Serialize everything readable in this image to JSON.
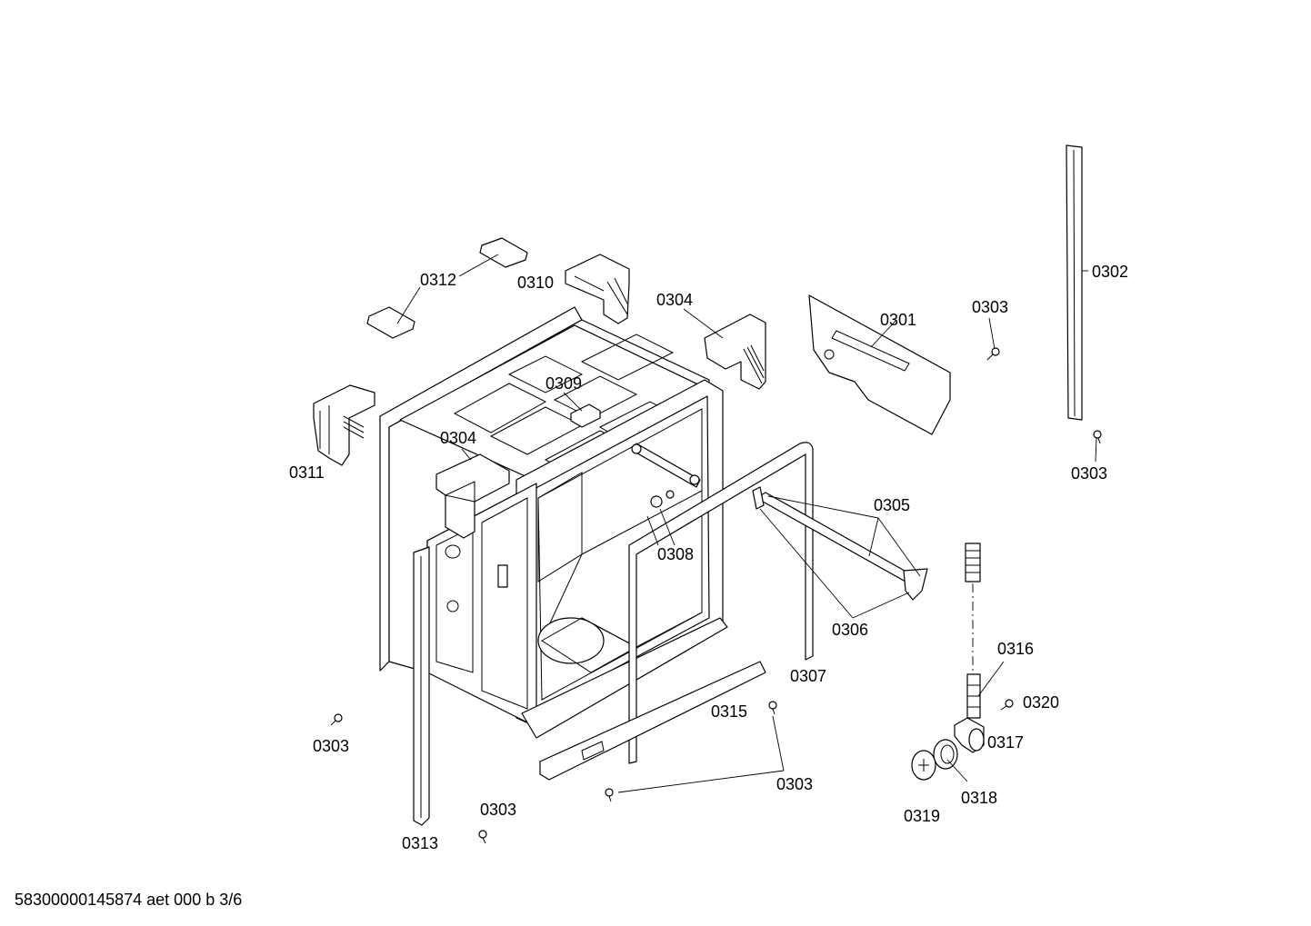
{
  "diagram": {
    "footer": "58300000145874 aet 000 b 3/6",
    "callouts": [
      {
        "id": "c0301",
        "text": "0301"
      },
      {
        "id": "c0302",
        "text": "0302"
      },
      {
        "id": "c0303a",
        "text": "0303"
      },
      {
        "id": "c0303b",
        "text": "0303"
      },
      {
        "id": "c0303c",
        "text": "0303"
      },
      {
        "id": "c0303d",
        "text": "0303"
      },
      {
        "id": "c0303e",
        "text": "0303"
      },
      {
        "id": "c0304a",
        "text": "0304"
      },
      {
        "id": "c0304b",
        "text": "0304"
      },
      {
        "id": "c0305",
        "text": "0305"
      },
      {
        "id": "c0306",
        "text": "0306"
      },
      {
        "id": "c0307",
        "text": "0307"
      },
      {
        "id": "c0308",
        "text": "0308"
      },
      {
        "id": "c0309",
        "text": "0309"
      },
      {
        "id": "c0310",
        "text": "0310"
      },
      {
        "id": "c0311",
        "text": "0311"
      },
      {
        "id": "c0312",
        "text": "0312"
      },
      {
        "id": "c0313",
        "text": "0313"
      },
      {
        "id": "c0315",
        "text": "0315"
      },
      {
        "id": "c0316",
        "text": "0316"
      },
      {
        "id": "c0317",
        "text": "0317"
      },
      {
        "id": "c0318",
        "text": "0318"
      },
      {
        "id": "c0319",
        "text": "0319"
      },
      {
        "id": "c0320",
        "text": "0320"
      }
    ]
  }
}
